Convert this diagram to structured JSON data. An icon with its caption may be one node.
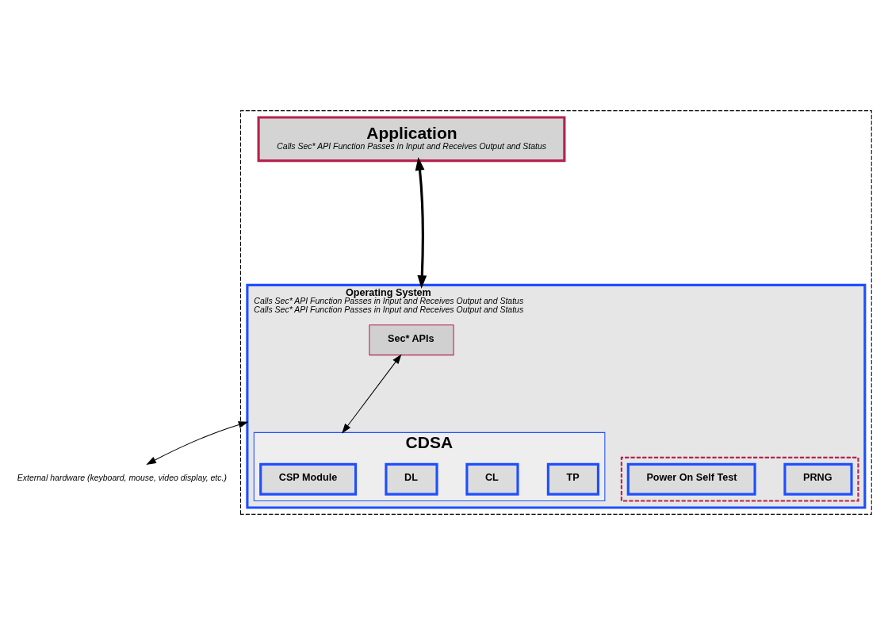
{
  "diagram": {
    "nodes": [
      {
        "text": [],
        "shape": "box"
      },
      {
        "text": [
          "Application",
          "Calls Sec* API Function Passes in Input and Receives Output and Status"
        ],
        "in": 0
      },
      {
        "text": [
          "Operating System",
          "Calls Sec* API Function Passes in Input and Receives Output and Status",
          "Calls Sec* API Function Passes in Input and Receives Output and Status"
        ],
        "in": 0
      },
      {
        "text": [
          "Sec* APIs"
        ],
        "in": 2
      },
      {
        "text": [
          "CDSA"
        ],
        "in": 2
      },
      {
        "text": [],
        "shape": "box",
        "in": 2
      },
      {
        "text": [
          "Power On Self Test"
        ],
        "in": 5
      },
      {
        "text": [
          "PRNG"
        ],
        "in": 5
      },
      {
        "text": [
          "CSP Module"
        ],
        "in": 4
      },
      {
        "text": [
          "DL"
        ],
        "in": 4
      },
      {
        "text": [
          "CL"
        ],
        "in": 4
      },
      {
        "text": [
          "TP"
        ],
        "in": 4
      },
      {
        "text": [
          "External hardware (keyboard, mouse, video display, etc.)"
        ]
      }
    ],
    "edges": [
      {
        "from": 1,
        "to": 2,
        "arrow": "both",
        "style": "thick"
      },
      {
        "from": 3,
        "to": 4,
        "arrow": "both"
      },
      {
        "from": 12,
        "to": 2,
        "arrow": "both"
      }
    ]
  }
}
